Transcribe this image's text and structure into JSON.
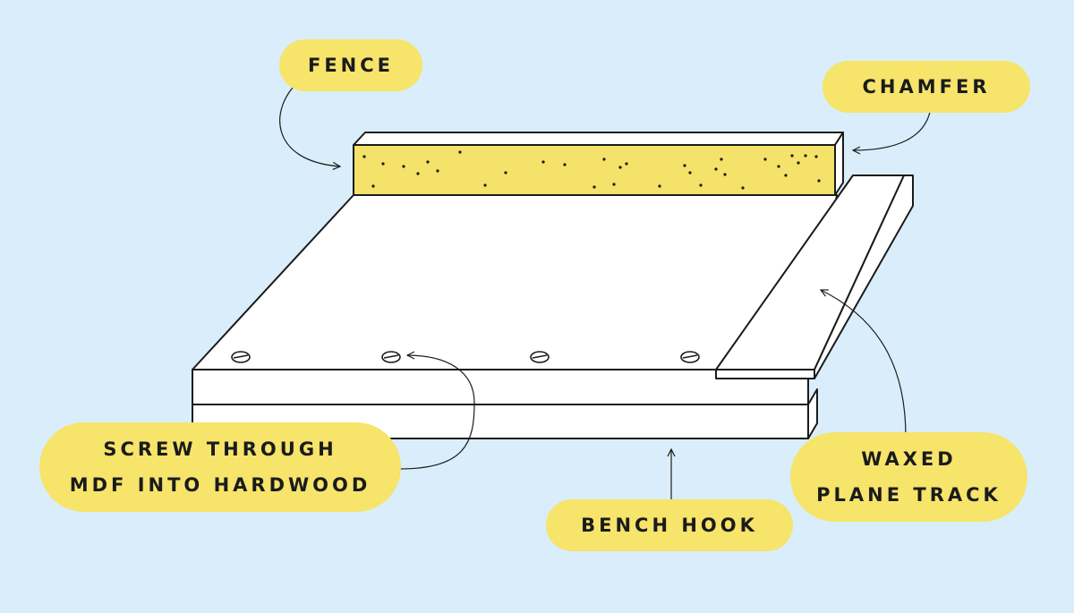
{
  "colors": {
    "background": "#d9eefa",
    "label_fill": "#f6e46b",
    "fence_fill": "#f4e26a",
    "board_fill": "#ffffff",
    "stroke": "#1b1b1b"
  },
  "labels": {
    "fence": "FENCE",
    "chamfer": "CHAMFER",
    "screw_line1": "SCREW THROUGH",
    "screw_line2": "MDF INTO HARDWOOD",
    "waxed_line1": "WAXED",
    "waxed_line2": "PLANE TRACK",
    "bench_hook": "BENCH HOOK"
  }
}
